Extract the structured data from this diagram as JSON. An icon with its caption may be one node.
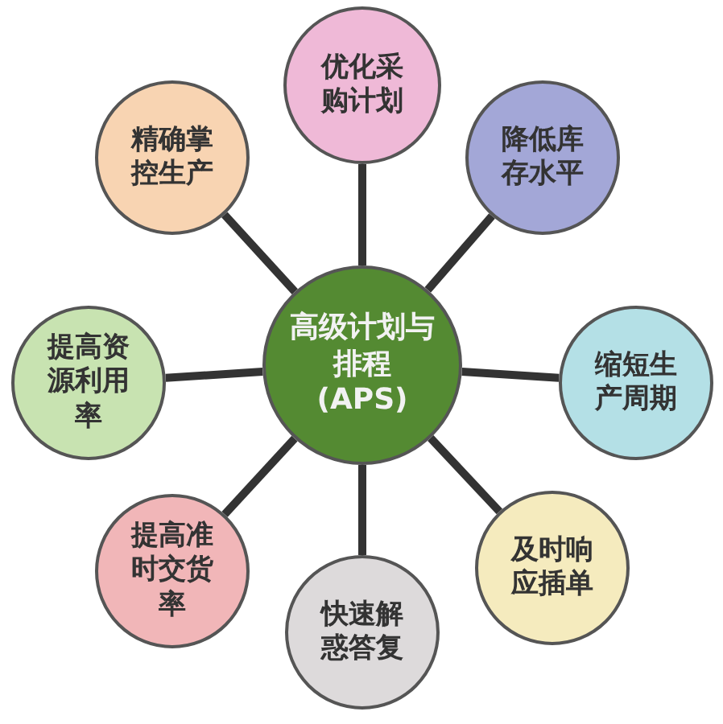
{
  "diagram": {
    "nodes": [
      {
        "text": [
          "高级计划与排程 (APS)"
        ]
      },
      {
        "text": [
          "优化采购计划"
        ]
      },
      {
        "text": [
          "精确掌控生产"
        ]
      },
      {
        "text": [
          "降低库存水平"
        ]
      },
      {
        "text": [
          "提高资源利用率"
        ]
      },
      {
        "text": [
          "缩短生产周期"
        ]
      },
      {
        "text": [
          "提高准时交货率"
        ]
      },
      {
        "text": [
          "及时响应插单"
        ]
      },
      {
        "text": [
          "快速解惑答复"
        ]
      }
    ],
    "edges": [
      {
        "from": 0,
        "to": 1,
        "arrow": "none"
      },
      {
        "from": 0,
        "to": 2,
        "arrow": "none"
      },
      {
        "from": 0,
        "to": 3,
        "arrow": "none"
      },
      {
        "from": 0,
        "to": 4,
        "arrow": "none"
      },
      {
        "from": 0,
        "to": 5,
        "arrow": "none"
      },
      {
        "from": 0,
        "to": 6,
        "arrow": "none"
      },
      {
        "from": 0,
        "to": 7,
        "arrow": "none"
      },
      {
        "from": 0,
        "to": 8,
        "arrow": "none"
      }
    ]
  }
}
